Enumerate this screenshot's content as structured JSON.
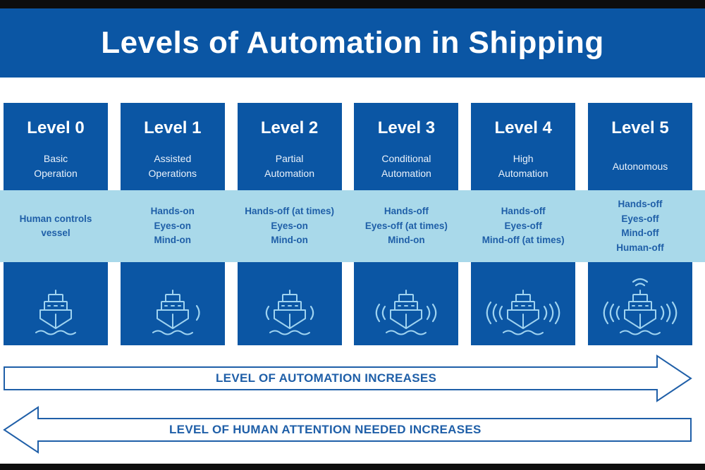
{
  "title": "Levels of Automation in Shipping",
  "levels": [
    {
      "level": "Level 0",
      "name_lines": [
        "Basic",
        "Operation"
      ],
      "desc_lines": [
        "Human controls",
        "vessel"
      ],
      "icon": "ship-icon",
      "signal": "none"
    },
    {
      "level": "Level 1",
      "name_lines": [
        "Assisted",
        "Operations"
      ],
      "desc_lines": [
        "Hands-on",
        "Eyes-on",
        "Mind-on"
      ],
      "icon": "ship-icon",
      "signal": "right-1"
    },
    {
      "level": "Level 2",
      "name_lines": [
        "Partial",
        "Automation"
      ],
      "desc_lines": [
        "Hands-off (at times)",
        "Eyes-on",
        "Mind-on"
      ],
      "icon": "ship-icon",
      "signal": "both-1"
    },
    {
      "level": "Level 3",
      "name_lines": [
        "Conditional",
        "Automation"
      ],
      "desc_lines": [
        "Hands-off",
        "Eyes-off (at times)",
        "Mind-on"
      ],
      "icon": "ship-icon",
      "signal": "both-2"
    },
    {
      "level": "Level 4",
      "name_lines": [
        "High",
        "Automation"
      ],
      "desc_lines": [
        "Hands-off",
        "Eyes-off",
        "Mind-off (at times)"
      ],
      "icon": "ship-icon",
      "signal": "both-3"
    },
    {
      "level": "Level 5",
      "name_lines": [
        "Autonomous"
      ],
      "desc_lines": [
        "Hands-off",
        "Eyes-off",
        "Mind-off",
        "Human-off"
      ],
      "icon": "ship-icon",
      "signal": "both-3-top"
    }
  ],
  "arrows": {
    "automation": "LEVEL OF AUTOMATION INCREASES",
    "attention": "LEVEL OF HUMAN ATTENTION NEEDED INCREASES"
  },
  "colors": {
    "primary_blue": "#0b56a4",
    "light_band": "#a9d9ea",
    "text_blue": "#1f5fa8",
    "icon_light": "#9fd3f0"
  }
}
